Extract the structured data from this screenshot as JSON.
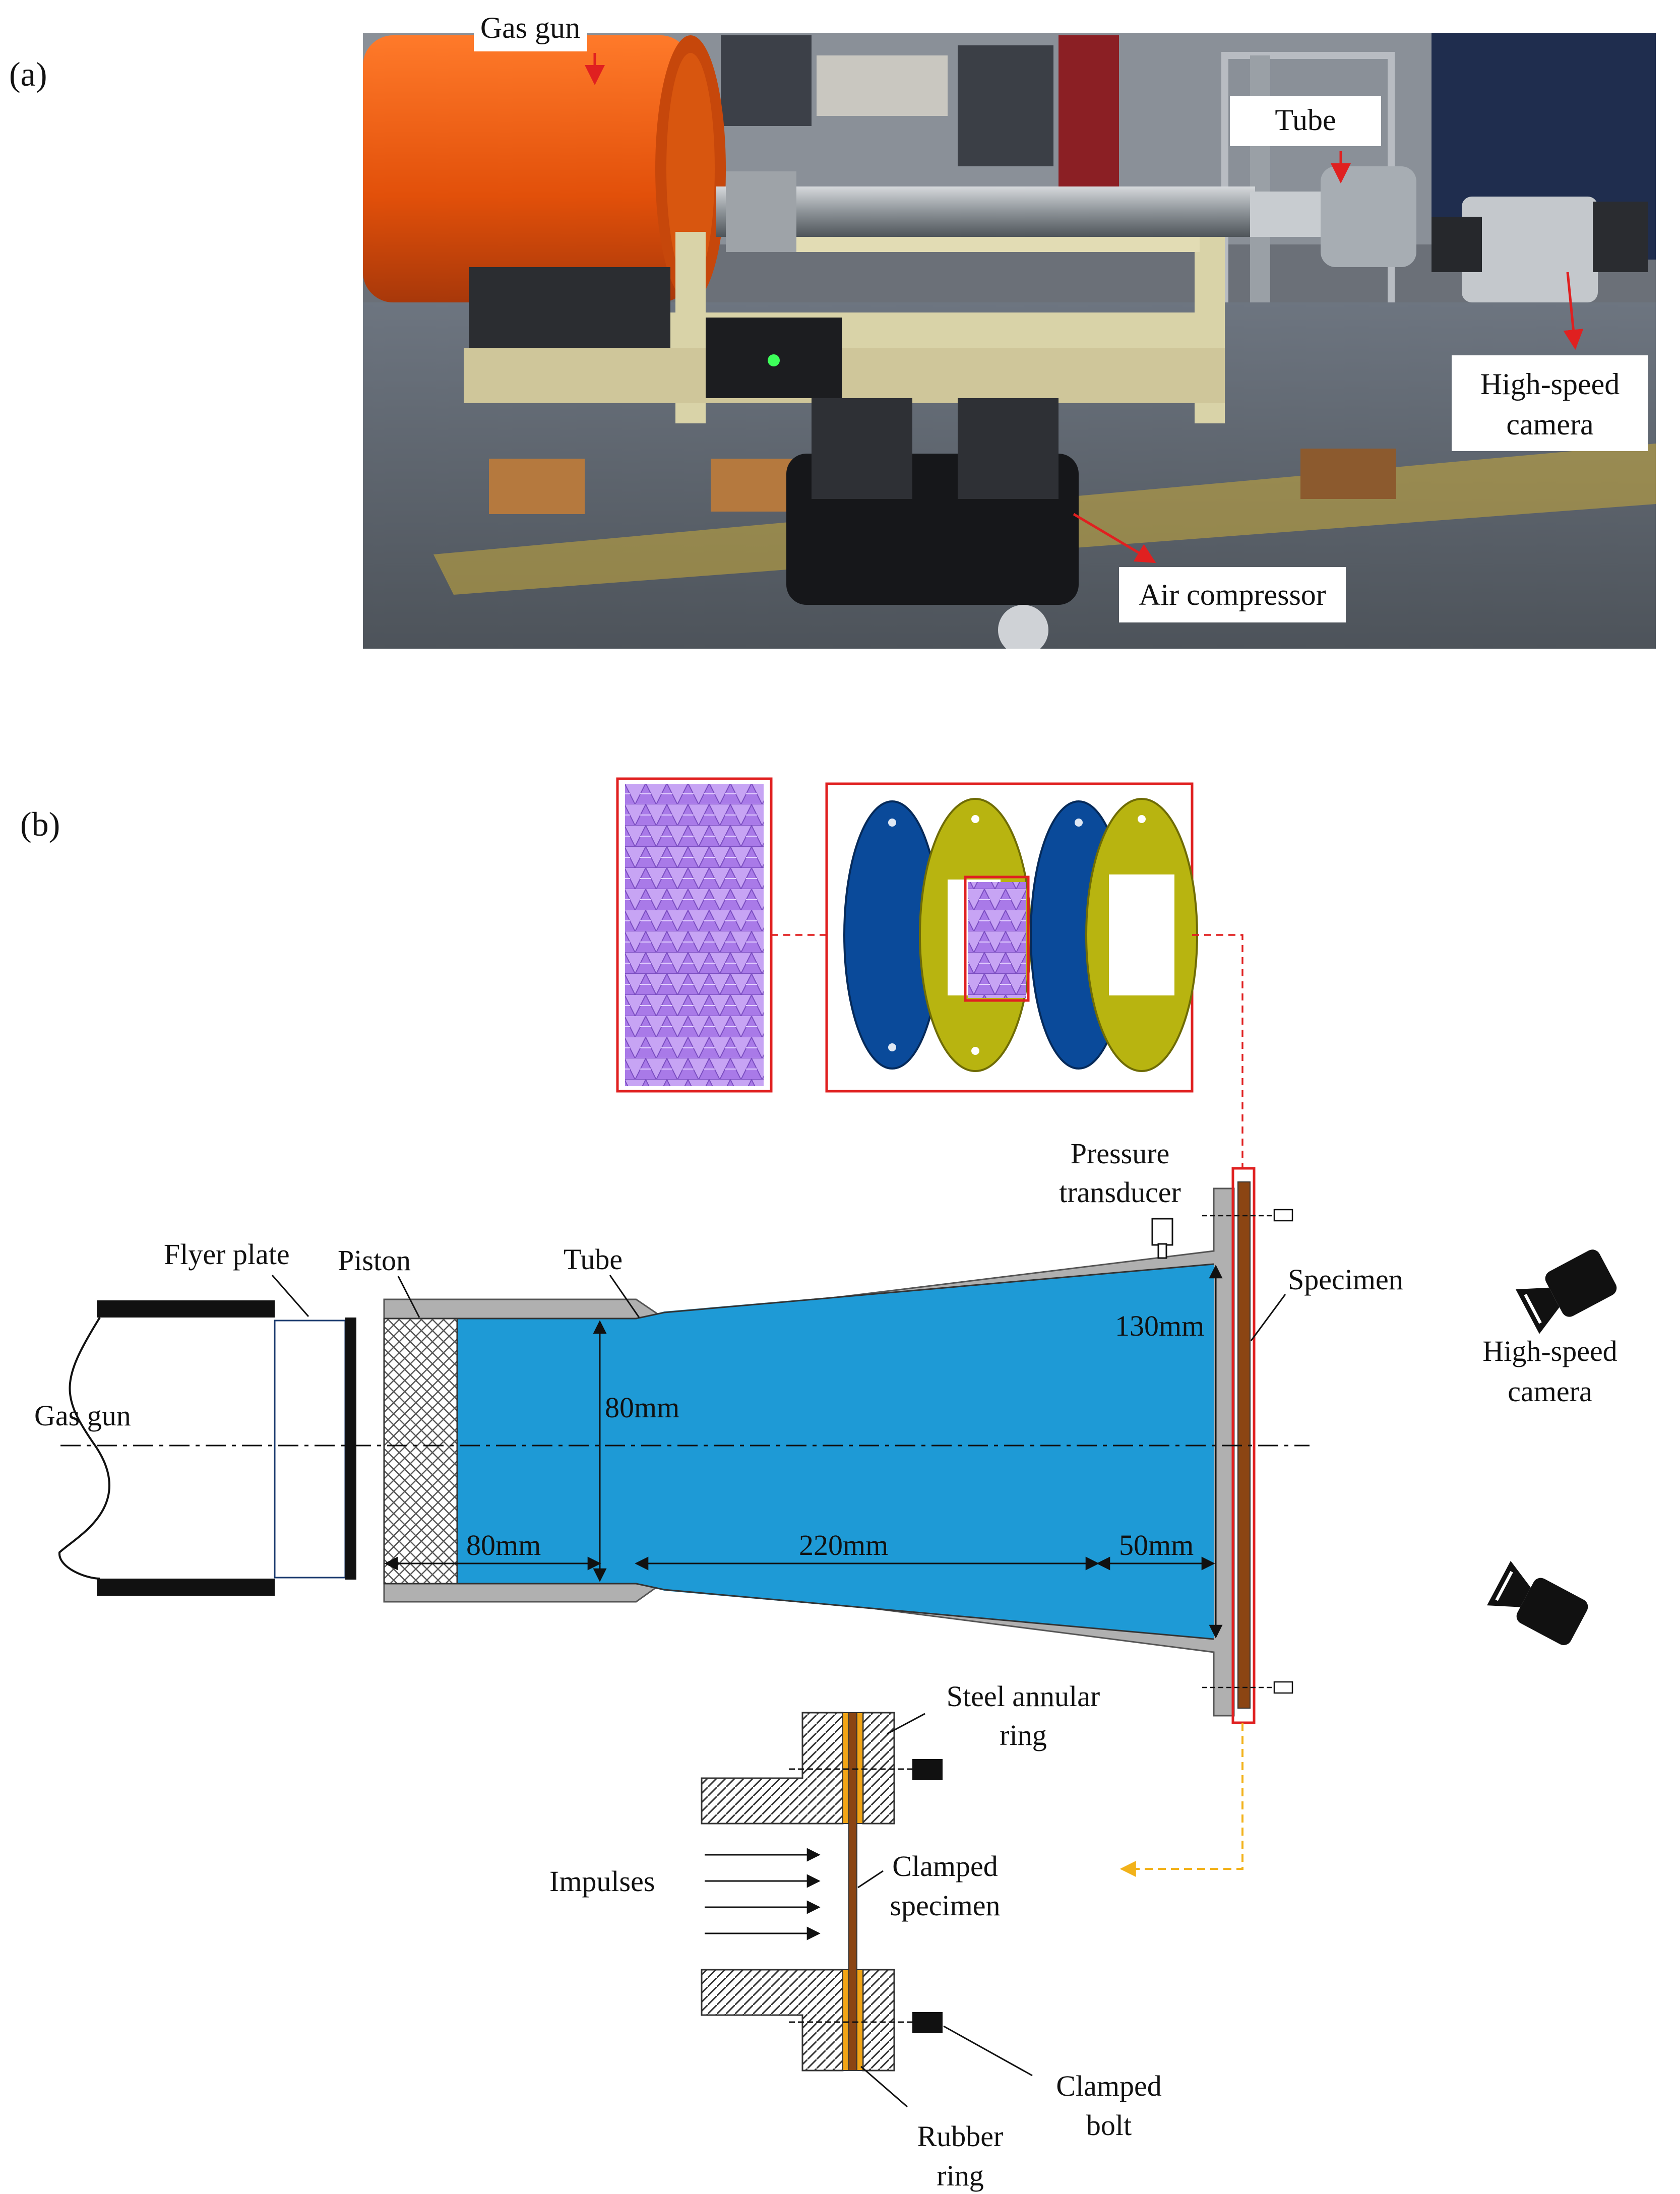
{
  "panel_a": {
    "letter": "(a)",
    "labels": {
      "gas_gun": "Gas gun",
      "tube": "Tube",
      "camera_line1": "High-speed",
      "camera_line2": "camera",
      "air_compressor": "Air compressor"
    }
  },
  "panel_b": {
    "letter": "(b)",
    "labels": {
      "flyer_plate": "Flyer plate",
      "piston": "Piston",
      "tube": "Tube",
      "pressure_line1": "Pressure",
      "pressure_line2": "transducer",
      "specimen": "Specimen",
      "camera_line1": "High-speed",
      "camera_line2": "camera",
      "gas_gun": "Gas gun"
    },
    "dimensions": {
      "inner_dia": "80mm",
      "outlet_dia": "130mm",
      "len_piston": "80mm",
      "len_taper": "220mm",
      "len_end": "50mm"
    },
    "clamp_detail": {
      "steel_line1": "Steel annular",
      "steel_line2": "ring",
      "impulses": "Impulses",
      "clamped_line1": "Clamped",
      "clamped_line2": "specimen",
      "bolt_line1": "Clamped",
      "bolt_line2": "bolt",
      "rubber_line1": "Rubber",
      "rubber_line2": "ring"
    }
  },
  "colors": {
    "water_blue": "#1e9ad6",
    "tube_gray": "#b0b0b0",
    "specimen_brown": "#8b4513",
    "highlight_red": "#e02020",
    "plate_blue": "#0a4a9a",
    "plate_yellow": "#b8b410",
    "lattice_purple": "#b98cf0",
    "arrow_orange": "#f2b21a"
  }
}
